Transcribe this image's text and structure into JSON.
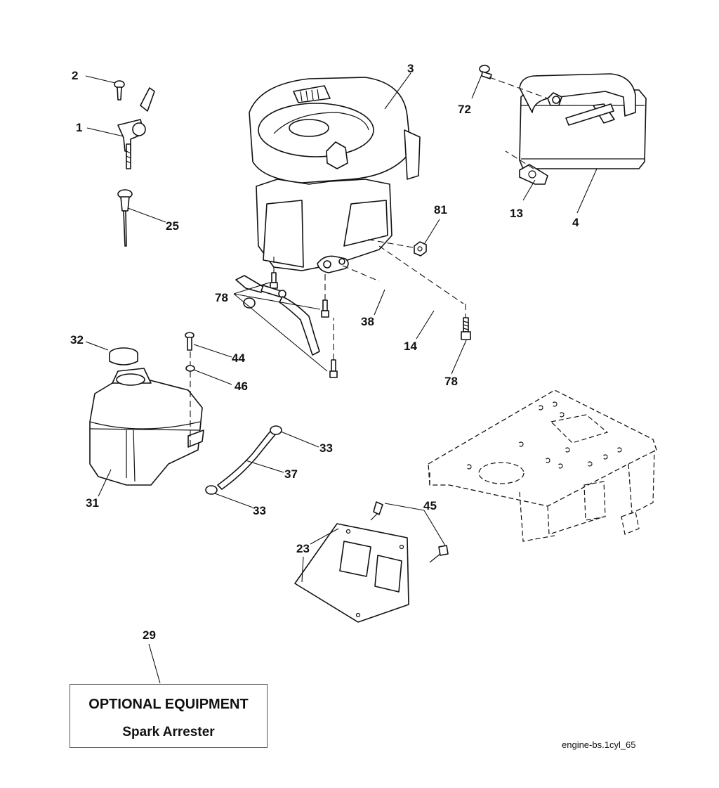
{
  "callouts": {
    "c1": "1",
    "c2": "2",
    "c3": "3",
    "c4": "4",
    "c13": "13",
    "c14": "14",
    "c23": "23",
    "c25": "25",
    "c29": "29",
    "c31": "31",
    "c32": "32",
    "c33a": "33",
    "c33b": "33",
    "c37": "37",
    "c38": "38",
    "c44": "44",
    "c45": "45",
    "c46": "46",
    "c72": "72",
    "c78a": "78",
    "c78b": "78",
    "c81": "81"
  },
  "optional_box": {
    "title": "OPTIONAL EQUIPMENT",
    "subtitle": "Spark Arrester"
  },
  "figure_id": "engine-bs.1cyl_65"
}
